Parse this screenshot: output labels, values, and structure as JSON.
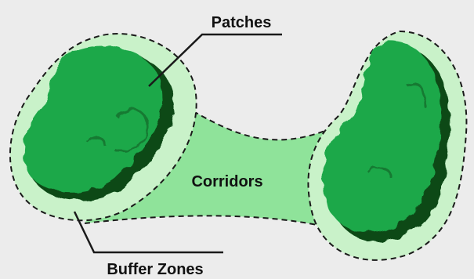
{
  "labels": {
    "patches": "Patches",
    "corridors": "Corridors",
    "buffer_zones": "Buffer Zones"
  },
  "colors": {
    "background": "#ececec",
    "buffer_fill": "#c9f2c9",
    "corridor_fill": "#8fe39a",
    "patch_green": "#1ea84a",
    "patch_shadow": "#0b4a18",
    "patch_mid": "#137a32",
    "outline": "#1a1a1a"
  },
  "icons": {
    "left_patch": "tree-canopy-patch",
    "right_patch": "tree-canopy-patch"
  }
}
